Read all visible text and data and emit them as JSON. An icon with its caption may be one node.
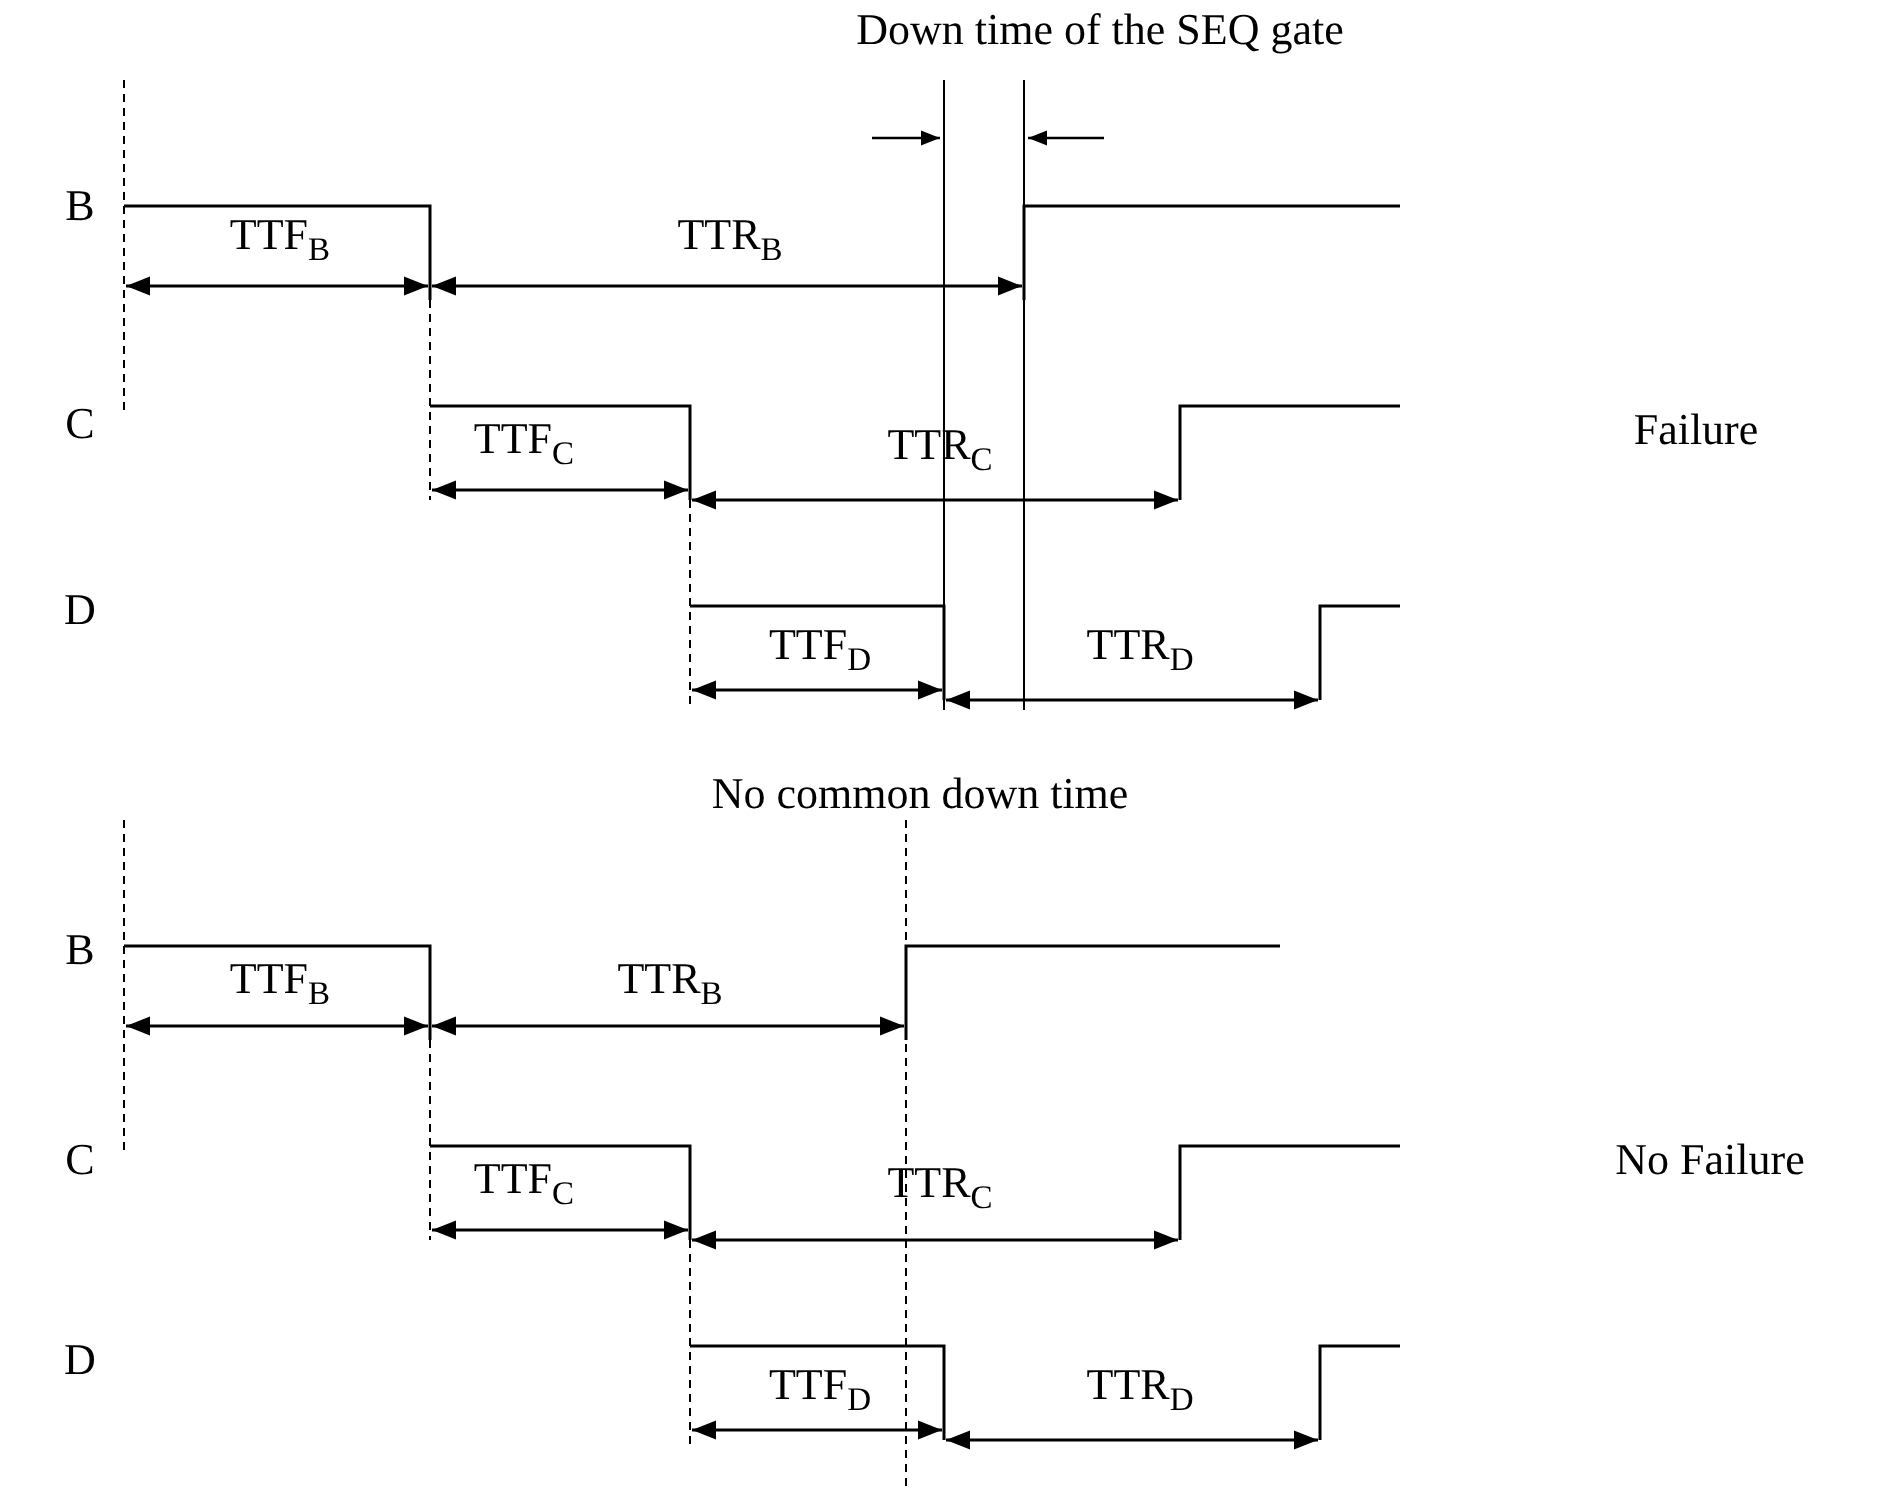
{
  "diagram": {
    "labels": [
      "Down time of the SEQ gate",
      "B",
      "TTF$_{B}$",
      "TTR$_{B}$",
      "C",
      "TTF$_{C}$",
      "TTR$_{C}$",
      "Failure",
      "D",
      "TTF$_{D}$",
      "TTR$_{D}$",
      "No common down time",
      "B",
      "TTF$_{B}$",
      "TTR$_{B}$",
      "C",
      "TTF$_{C}$",
      "TTR$_{C}$",
      "No Failure",
      "D",
      "TTF$_{D}$",
      "TTR$_{D}$"
    ]
  }
}
